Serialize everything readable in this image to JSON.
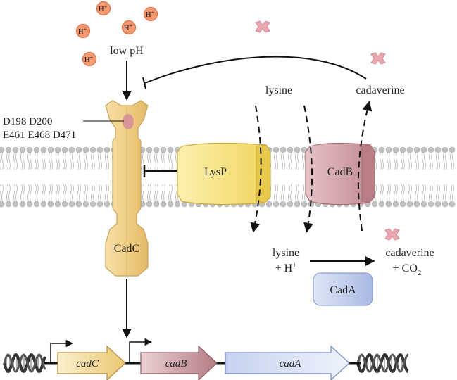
{
  "protons": {
    "symbol": "H",
    "charge": "+",
    "count": 5
  },
  "labels": {
    "low_ph": "low pH",
    "residues_line1": "D198 D200",
    "residues_line2": "E461 E468 D471",
    "lysine_outside": "lysine",
    "cadaverine_outside": "cadaverine",
    "lysine_inside": "lysine",
    "plus_h": "+ H",
    "plus_h_sup": "+",
    "cadaverine_inside": "cadaverine",
    "plus_co": "+ CO",
    "co_sub": "2"
  },
  "proteins": {
    "cadc": "CadC",
    "lysp": "LysP",
    "cadb": "CadB",
    "cada": "CadA"
  },
  "genes": {
    "cadc": "cadC",
    "cadb": "cadB",
    "cada": "cadA"
  },
  "colors": {
    "proton_fill": "#f08a5d",
    "proton_stroke": "#e06a3c",
    "cadaverine_mark": "#e8a0a8",
    "cadc_fill": "#f2d08a",
    "lysp_fill": "#f5e07a",
    "cadb_fill": "#d4a0a8",
    "cada_fill": "#b7c6ea",
    "membrane": "#bdbdbd",
    "gene_cadc": "#f4d98a",
    "gene_cadb": "#c98e96",
    "gene_cada": "#9db0dc"
  }
}
